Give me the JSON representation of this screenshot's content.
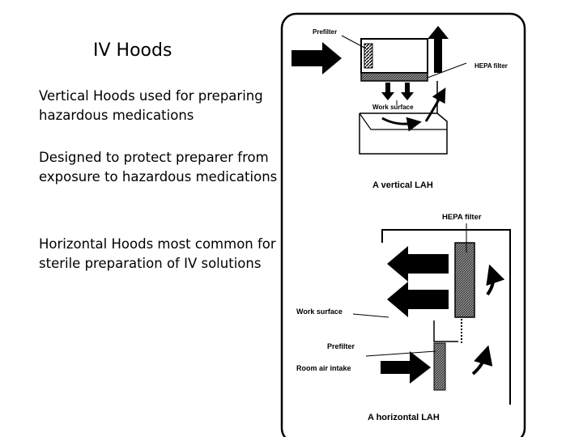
{
  "slide": {
    "title": "IV Hoods",
    "paragraphs": [
      "Vertical Hoods used for preparing hazardous medications",
      "Designed to protect preparer from exposure to hazardous medications",
      "Horizontal Hoods most common for sterile preparation of IV solutions"
    ]
  },
  "figure": {
    "vertical": {
      "prefilter_label": "Prefilter",
      "hepa_label": "HEPA filter",
      "work_surface_label": "Work surface",
      "caption": "A vertical LAH"
    },
    "horizontal": {
      "hepa_label": "HEPA filter",
      "work_surface_label": "Work surface",
      "prefilter_label": "Prefilter",
      "room_air_label": "Room air intake",
      "caption": "A horizontal LAH"
    }
  }
}
